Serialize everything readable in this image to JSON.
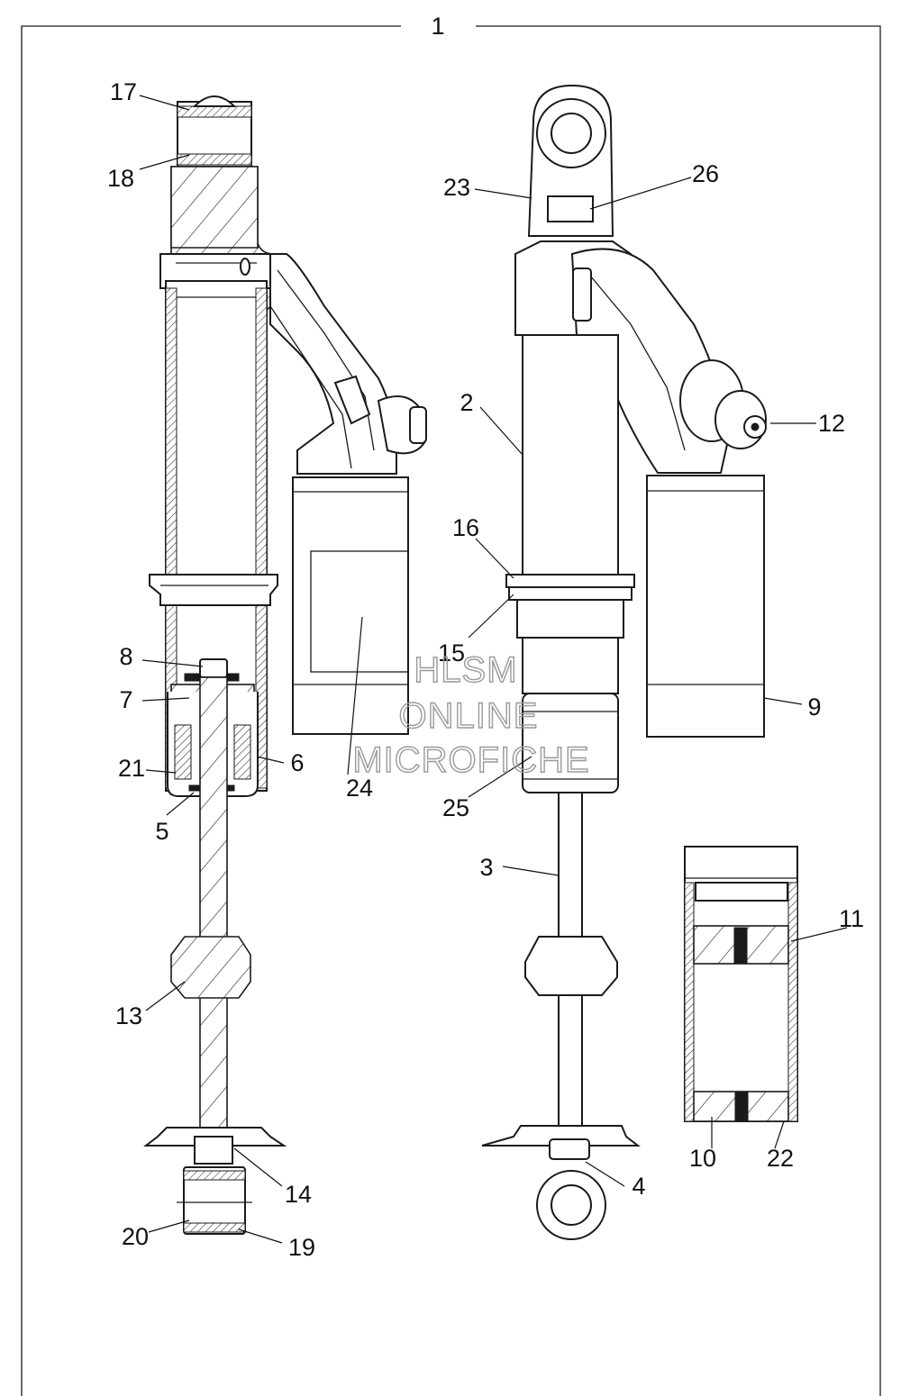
{
  "assembly_number": "1",
  "watermark": [
    "HLSM",
    "ONLINE",
    "MICROFICHE"
  ],
  "callouts": [
    {
      "id": "2",
      "text": "2"
    },
    {
      "id": "3",
      "text": "3"
    },
    {
      "id": "4",
      "text": "4"
    },
    {
      "id": "5",
      "text": "5"
    },
    {
      "id": "6",
      "text": "6"
    },
    {
      "id": "7",
      "text": "7"
    },
    {
      "id": "8",
      "text": "8"
    },
    {
      "id": "9",
      "text": "9"
    },
    {
      "id": "10",
      "text": "10"
    },
    {
      "id": "11",
      "text": "11"
    },
    {
      "id": "12",
      "text": "12"
    },
    {
      "id": "13",
      "text": "13"
    },
    {
      "id": "14",
      "text": "14"
    },
    {
      "id": "15",
      "text": "15"
    },
    {
      "id": "16",
      "text": "16"
    },
    {
      "id": "17",
      "text": "17"
    },
    {
      "id": "18",
      "text": "18"
    },
    {
      "id": "19",
      "text": "19"
    },
    {
      "id": "20",
      "text": "20"
    },
    {
      "id": "21",
      "text": "21"
    },
    {
      "id": "22",
      "text": "22"
    },
    {
      "id": "23",
      "text": "23"
    },
    {
      "id": "24",
      "text": "24"
    },
    {
      "id": "25",
      "text": "25"
    },
    {
      "id": "26",
      "text": "26"
    }
  ]
}
